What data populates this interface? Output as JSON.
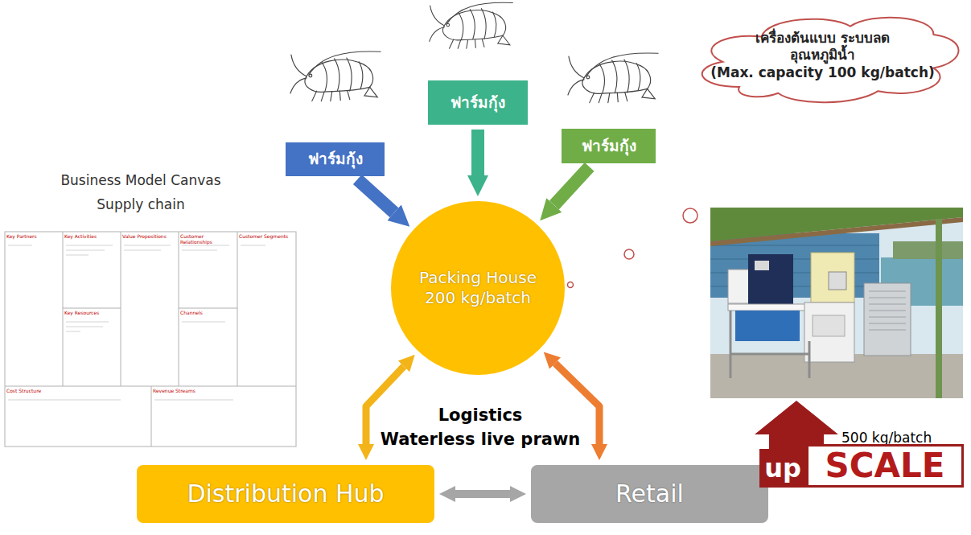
{
  "diagram": {
    "nodes": [
      {
        "text": [
          "ฟาร์มกุ้ง"
        ]
      },
      {
        "text": [
          "ฟาร์มกุ้ง"
        ]
      },
      {
        "text": [
          "ฟาร์มกุ้ง"
        ]
      },
      {
        "text": [
          "Packing House 200 kg/batch"
        ]
      },
      {
        "text": [
          "Distribution Hub"
        ]
      },
      {
        "text": [
          "Retail"
        ]
      },
      {
        "text": [
          "เครื่องต้นแบบ ระบบลดอุณหภูมิน้ำ",
          "(Max. capacity 100 kg/batch)"
        ]
      }
    ],
    "edges": [
      {
        "from": 0,
        "to": 3,
        "arrow": "to"
      },
      {
        "from": 1,
        "to": 3,
        "arrow": "to"
      },
      {
        "from": 2,
        "to": 3,
        "arrow": "to"
      },
      {
        "from": 3,
        "to": 4,
        "arrow": "both"
      },
      {
        "from": 3,
        "to": 5,
        "arrow": "both"
      },
      {
        "from": 4,
        "to": 5,
        "arrow": "both"
      }
    ],
    "labels": [
      "Business Model Canvas",
      "Supply chain",
      "Key Partners",
      "Key Activities",
      "Value Propositions",
      "Customer Relationships",
      "Customer Segments",
      "Key Resources",
      "Channels",
      "Cost Structure",
      "Revenue Streams",
      "Logistics",
      "Waterless live prawn",
      "500 kg/batch",
      "up",
      "SCALE"
    ]
  }
}
